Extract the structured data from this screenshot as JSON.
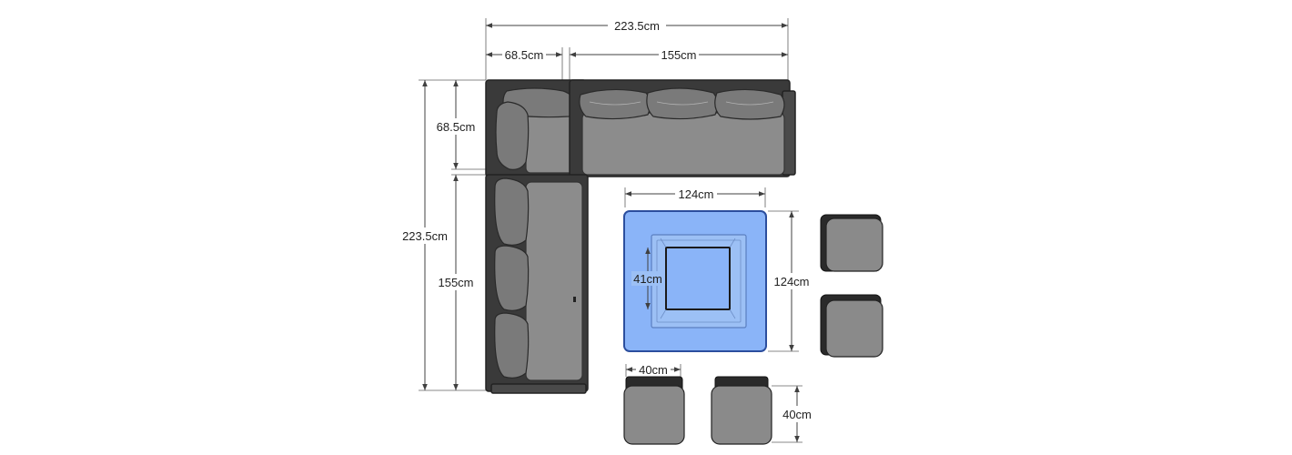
{
  "colors": {
    "frame": "#3a3a3a",
    "seat": "#8c8c8c",
    "cushion": "#7a7a7a",
    "table_top": "#8ab4f8",
    "table_rim": "#2b4e9e",
    "stool": "#8a8a8a"
  },
  "dimensions": {
    "top_total": "223.5cm",
    "top_corner": "68.5cm",
    "top_sofa": "155cm",
    "left_total": "223.5cm",
    "left_corner": "68.5cm",
    "left_sofa": "155cm",
    "table_width": "124cm",
    "table_depth": "124cm",
    "table_inner": "41cm",
    "stool_width": "40cm",
    "stool_depth": "40cm"
  }
}
